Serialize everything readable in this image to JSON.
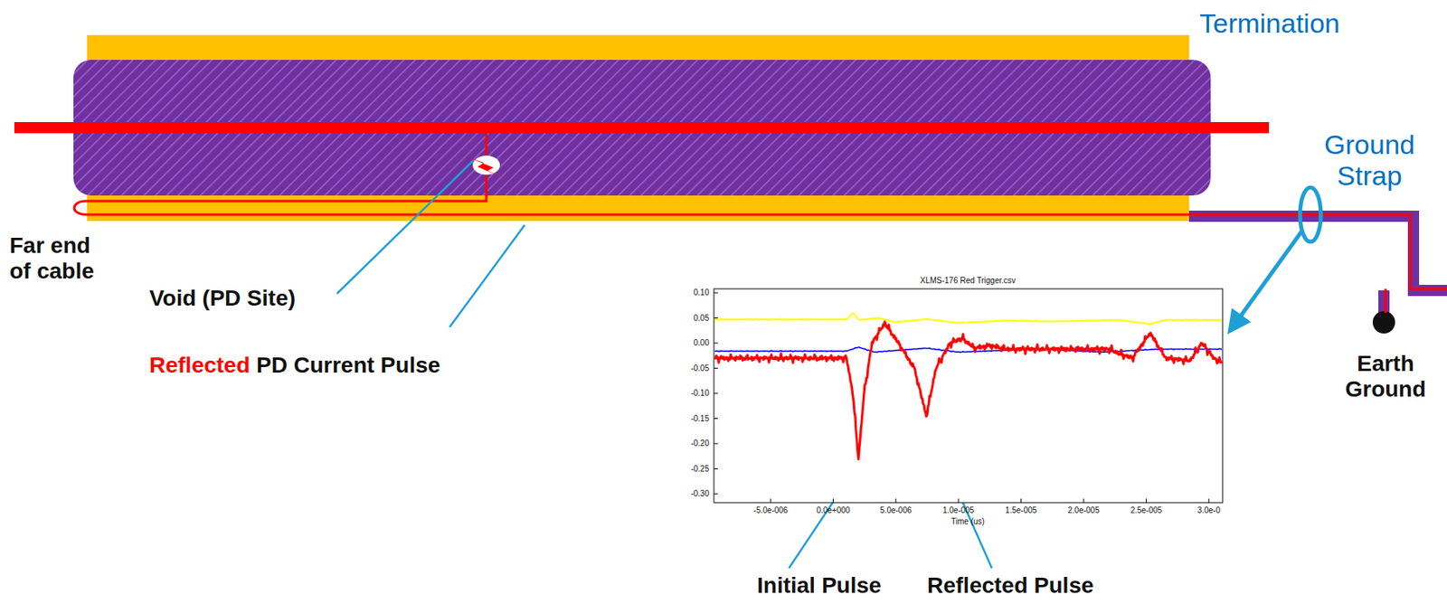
{
  "diagram": {
    "labels": [
      "Termination",
      "Ground Strap",
      "Far end of cable",
      "Void (PD Site)",
      "Reflected",
      "PD Current Pulse",
      "Earth Ground",
      "Initial Pulse",
      "Reflected Pulse",
      "XLMS-176 Red Trigger.csv",
      "0.10",
      "0.05",
      "0.00",
      "-0.05",
      "-0.10",
      "-0.15",
      "-0.20",
      "-0.25",
      "-0.30",
      "-5.0e-006",
      "0.0e+000",
      "5.0e-006",
      "1.0e-005",
      "1.5e-005",
      "2.0e-005",
      "2.5e-005",
      "3.0e-0",
      "Time (us)"
    ]
  }
}
